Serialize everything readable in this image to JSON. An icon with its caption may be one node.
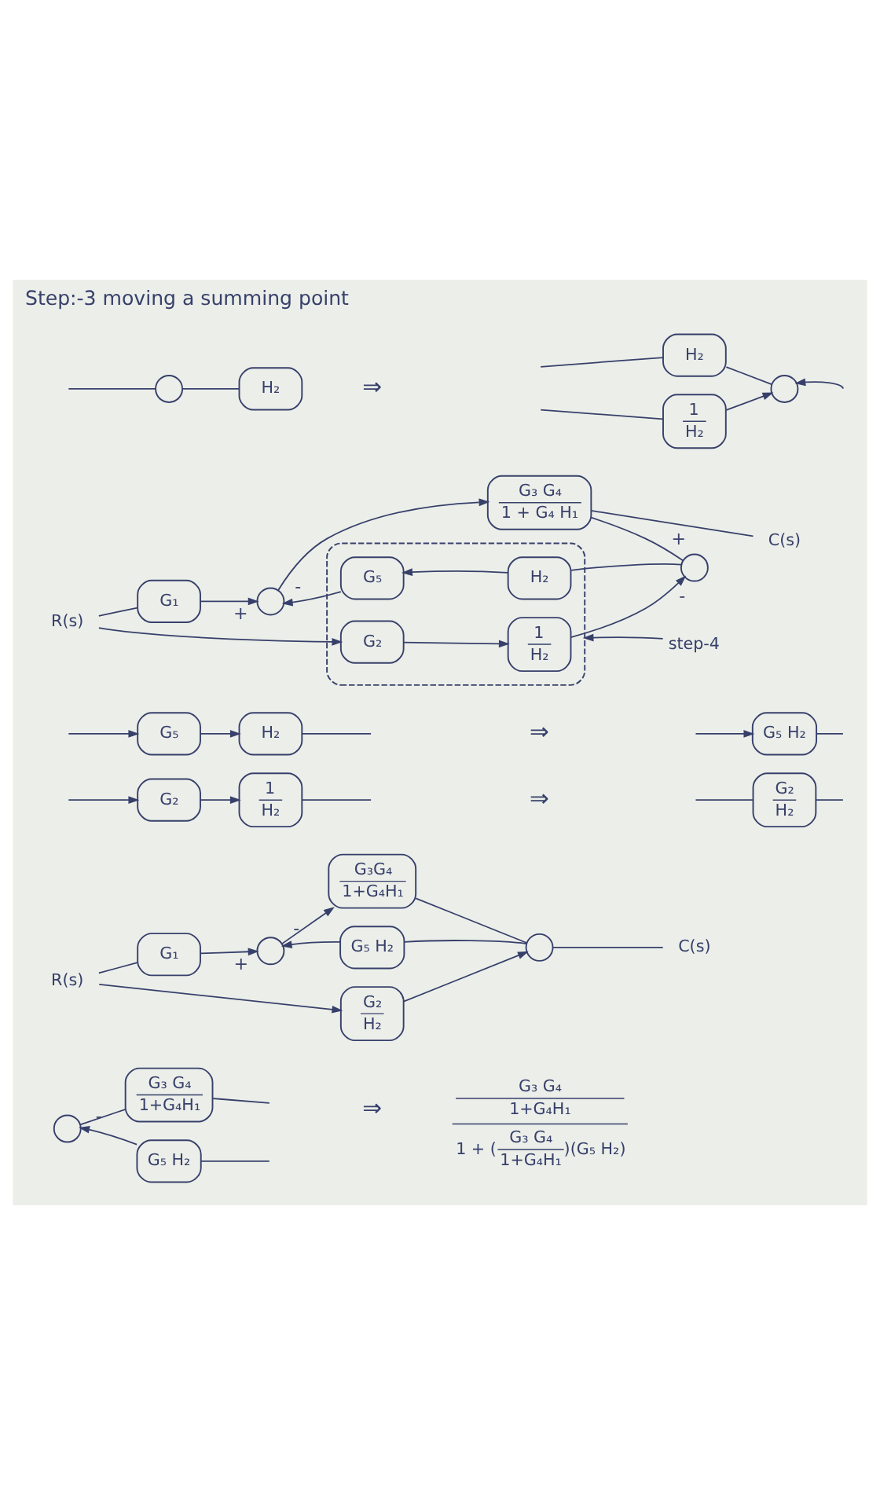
{
  "diagram": {
    "title": "Step:-3 moving a summing point",
    "nodes": [
      {
        "text": [],
        "shape": "circle"
      },
      {
        "text": [
          "H₂"
        ]
      },
      {
        "text": [
          "H₂"
        ]
      },
      {
        "text": [],
        "shape": "circle"
      },
      {
        "text": [
          "1",
          "H₂"
        ]
      },
      {
        "text": [
          "R(s)"
        ]
      },
      {
        "text": [
          "G₁"
        ]
      },
      {
        "text": [],
        "shape": "circle"
      },
      {
        "text": [
          "G₃ G₄",
          "1 + G₄ H₁"
        ]
      },
      {
        "text": [
          "C(s)"
        ]
      },
      {
        "text": [],
        "shape": "ellipse"
      },
      {
        "text": [
          "G₅"
        ],
        "in": 10
      },
      {
        "text": [
          "H₂"
        ],
        "in": 10
      },
      {
        "text": [],
        "shape": "circle"
      },
      {
        "text": [
          "G₂"
        ],
        "in": 10
      },
      {
        "text": [
          "1",
          "H₂"
        ],
        "in": 10
      },
      {
        "text": [
          "step-4"
        ]
      },
      {
        "text": [
          "G₅"
        ]
      },
      {
        "text": [
          "H₂"
        ]
      },
      {
        "text": [
          "G₅ H₂"
        ]
      },
      {
        "text": [
          "G₂"
        ]
      },
      {
        "text": [
          "1",
          "H₂"
        ]
      },
      {
        "text": [
          "G₂",
          "H₂"
        ]
      },
      {
        "text": [
          "R(s)"
        ]
      },
      {
        "text": [
          "G₁"
        ]
      },
      {
        "text": [],
        "shape": "circle"
      },
      {
        "text": [
          "G₃G₄",
          "1+G₄H₁"
        ]
      },
      {
        "text": [],
        "shape": "circle"
      },
      {
        "text": [
          "C(s)"
        ]
      },
      {
        "text": [
          "G₅ H₂"
        ]
      },
      {
        "text": [
          "G₂",
          "H₂"
        ]
      },
      {
        "text": [],
        "shape": "circle"
      },
      {
        "text": [
          "G₃ G₄",
          "1+G₄H₁"
        ]
      },
      {
        "text": [
          "G₅ H₂"
        ]
      }
    ],
    "edges": [
      {
        "from": null,
        "to": 0,
        "arrow": "none"
      },
      {
        "from": 0,
        "to": 1,
        "arrow": "none"
      },
      {
        "from": null,
        "to": 2,
        "arrow": "none"
      },
      {
        "from": 2,
        "to": 3,
        "arrow": "none"
      },
      {
        "from": null,
        "to": 3,
        "arrow": "to"
      },
      {
        "from": null,
        "to": 4,
        "arrow": "none"
      },
      {
        "from": 4,
        "to": 3,
        "arrow": "to"
      },
      {
        "from": 5,
        "to": 6,
        "arrow": "none"
      },
      {
        "from": 6,
        "to": 7,
        "arrow": "to",
        "label": "+"
      },
      {
        "from": 7,
        "to": 8,
        "arrow": "to"
      },
      {
        "from": 8,
        "to": 9,
        "arrow": "none"
      },
      {
        "from": 8,
        "to": 13,
        "arrow": "none",
        "label": "+"
      },
      {
        "from": 13,
        "to": 12,
        "arrow": "none"
      },
      {
        "from": 12,
        "to": 11,
        "arrow": "to"
      },
      {
        "from": 11,
        "to": 7,
        "arrow": "to",
        "label": "-"
      },
      {
        "from": 5,
        "to": 14,
        "arrow": "to"
      },
      {
        "from": 14,
        "to": 15,
        "arrow": "to"
      },
      {
        "from": 15,
        "to": 13,
        "arrow": "to",
        "label": "-"
      },
      {
        "from": 16,
        "to": 10,
        "arrow": "to"
      },
      {
        "from": null,
        "to": 17,
        "arrow": "to"
      },
      {
        "from": 17,
        "to": 18,
        "arrow": "to"
      },
      {
        "from": 18,
        "to": null,
        "arrow": "none"
      },
      {
        "from": null,
        "to": 19,
        "arrow": "to"
      },
      {
        "from": 19,
        "to": null,
        "arrow": "none"
      },
      {
        "from": null,
        "to": 20,
        "arrow": "to"
      },
      {
        "from": 20,
        "to": 21,
        "arrow": "to"
      },
      {
        "from": 21,
        "to": null,
        "arrow": "none"
      },
      {
        "from": null,
        "to": 22,
        "arrow": "none"
      },
      {
        "from": 22,
        "to": null,
        "arrow": "none"
      },
      {
        "from": 23,
        "to": 24,
        "arrow": "none"
      },
      {
        "from": 24,
        "to": 25,
        "arrow": "to",
        "label": "+"
      },
      {
        "from": 25,
        "to": 26,
        "arrow": "to"
      },
      {
        "from": 26,
        "to": 27,
        "arrow": "none"
      },
      {
        "from": 27,
        "to": 28,
        "arrow": "none"
      },
      {
        "from": 29,
        "to": 25,
        "arrow": "to",
        "label": "-"
      },
      {
        "from": 27,
        "to": 29,
        "arrow": "none"
      },
      {
        "from": 23,
        "to": 30,
        "arrow": "to"
      },
      {
        "from": 30,
        "to": 27,
        "arrow": "to"
      },
      {
        "from": 31,
        "to": 32,
        "arrow": "none"
      },
      {
        "from": 32,
        "to": null,
        "arrow": "none"
      },
      {
        "from": 33,
        "to": null,
        "arrow": "none"
      },
      {
        "from": 33,
        "to": 31,
        "arrow": "to",
        "label": "-"
      }
    ],
    "labels": [
      "⇒",
      "⇒",
      "⇒",
      "⇒",
      "G₃ G₄",
      "1+G₄H₁",
      "1 + (",
      "G₃ G₄",
      "1+G₄H₁",
      ")(G₅ H₂)"
    ]
  }
}
